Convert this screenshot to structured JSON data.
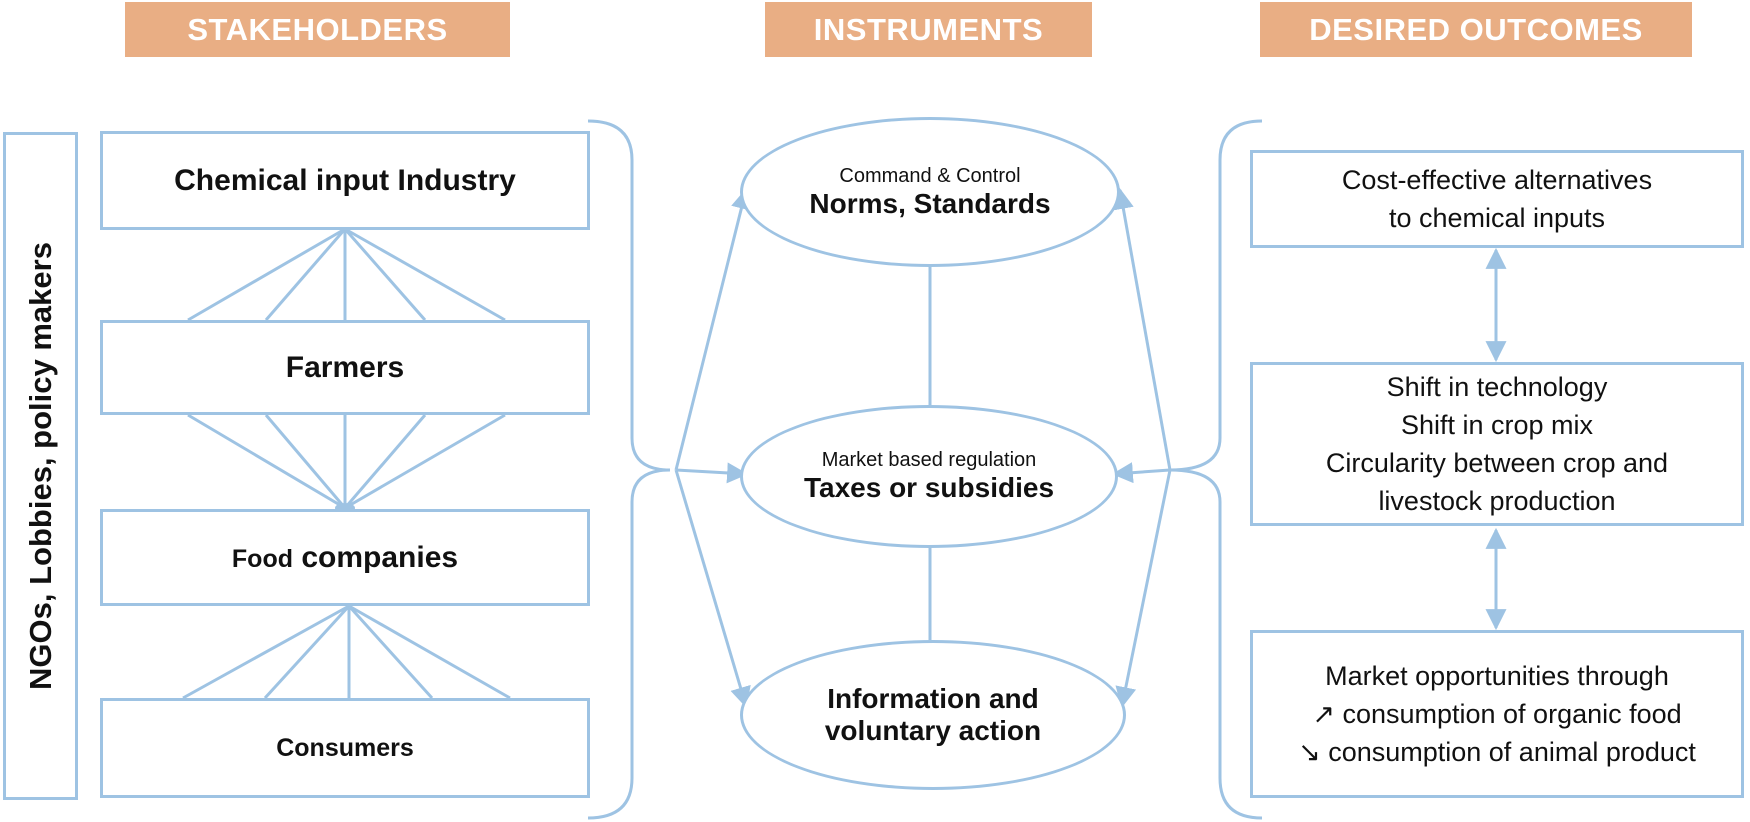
{
  "headers": {
    "stakeholders": "STAKEHOLDERS",
    "instruments": "INSTRUMENTS",
    "outcomes": "DESIRED OUTCOMES"
  },
  "side_label": "NGOs, Lobbies, policy makers",
  "stakeholders": {
    "chemical": "Chemical input Industry",
    "farmers": "Farmers",
    "food_prefix": "Food",
    "food_suffix": "companies",
    "consumers": "Consumers"
  },
  "instruments": {
    "command": {
      "small": "Command & Control",
      "big": "Norms, Standards"
    },
    "market": {
      "small": "Market based regulation",
      "big": "Taxes or subsidies"
    },
    "information": {
      "line1": "Information and",
      "line2": "voluntary action"
    }
  },
  "outcomes": {
    "cost": [
      "Cost-effective alternatives",
      "to chemical inputs"
    ],
    "shift": [
      "Shift in technology",
      "Shift in crop mix",
      "Circularity between crop and",
      "livestock production"
    ],
    "market": [
      "Market opportunities through",
      "↗ consumption of organic food",
      "↘ consumption of animal product"
    ]
  },
  "colors": {
    "header": "#e9ae84",
    "line": "#9ec3e3"
  }
}
